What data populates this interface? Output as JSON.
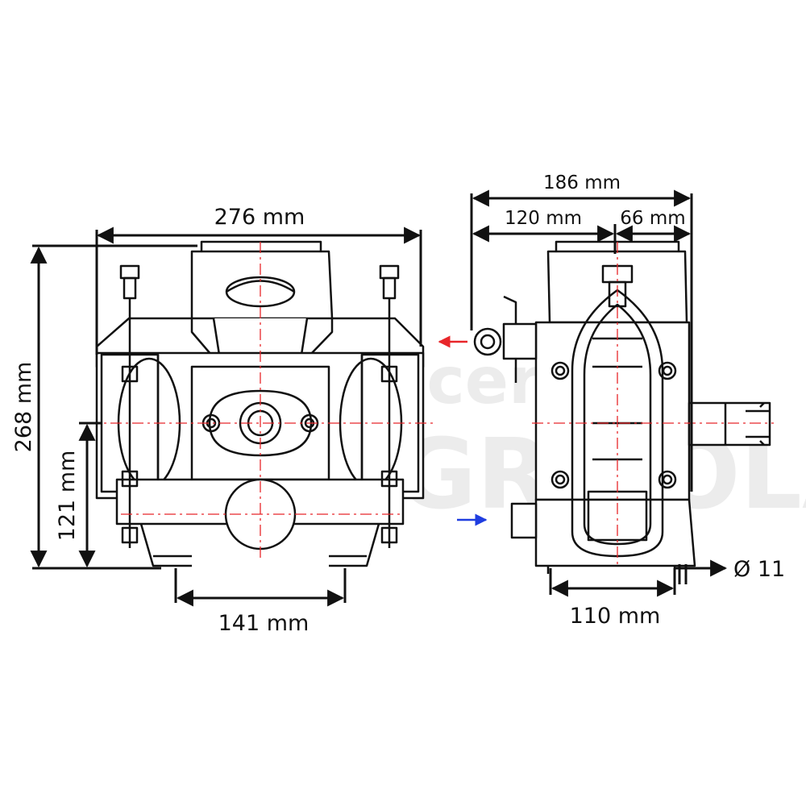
{
  "watermark": {
    "line1": "Accerna",
    "line2": "AGRÍCOLA"
  },
  "front_view": {
    "dimensions": {
      "overall_width": "276 mm",
      "overall_height": "268 mm",
      "shaft_height": "121 mm",
      "foot_spacing": "141 mm"
    }
  },
  "side_view": {
    "dimensions": {
      "overall_depth": "186 mm",
      "body_depth": "120 mm",
      "shaft_offset": "66 mm",
      "base_hole_spacing": "110 mm",
      "hole_diameter": "Ø 11"
    },
    "flow_arrows": {
      "outlet_color": "#e8262a",
      "inlet_color": "#1f3de0"
    }
  },
  "colors": {
    "line": "#111111",
    "centerline": "#e8262a"
  }
}
